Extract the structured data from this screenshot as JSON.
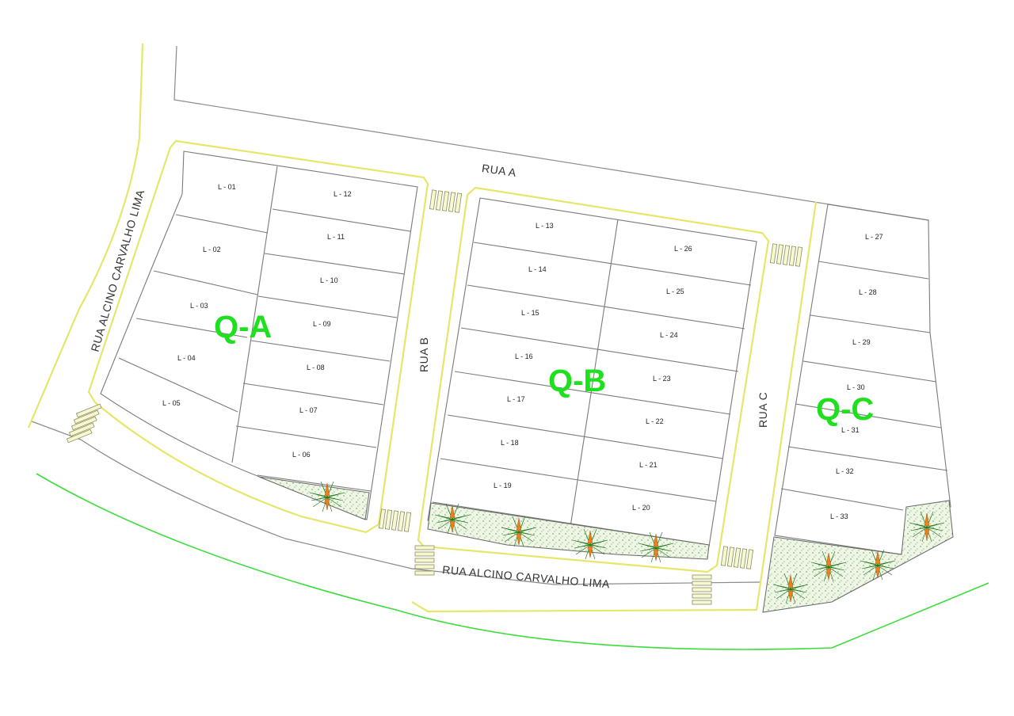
{
  "streets": {
    "rua_a": "RUA A",
    "rua_b": "RUA B",
    "rua_c": "RUA C",
    "rua_alcino_vertical": "RUA ALCINO CARVALHO LIMA",
    "rua_alcino_bottom": "RUA ALCINO CARVALHO LIMA"
  },
  "blocks": {
    "qa": "Q-A",
    "qb": "Q-B",
    "qc": "Q-C"
  },
  "lots": {
    "l01": "L - 01",
    "l02": "L - 02",
    "l03": "L - 03",
    "l04": "L - 04",
    "l05": "L - 05",
    "l06": "L - 06",
    "l07": "L - 07",
    "l08": "L - 08",
    "l09": "L - 09",
    "l10": "L - 10",
    "l11": "L - 11",
    "l12": "L - 12",
    "l13": "L - 13",
    "l14": "L - 14",
    "l15": "L - 15",
    "l16": "L - 16",
    "l17": "L - 17",
    "l18": "L - 18",
    "l19": "L - 19",
    "l20": "L - 20",
    "l21": "L - 21",
    "l22": "L - 22",
    "l23": "L - 23",
    "l24": "L - 24",
    "l25": "L - 25",
    "l26": "L - 26",
    "l27": "L - 27",
    "l28": "L - 28",
    "l29": "L - 29",
    "l30": "L - 30",
    "l31": "L - 31",
    "l32": "L - 32",
    "l33": "L - 33"
  },
  "colors": {
    "block_label": "#1fe01f",
    "curb": "#e6e66a",
    "boundary": "#3ddc3d",
    "tree": "#1faa1f"
  }
}
